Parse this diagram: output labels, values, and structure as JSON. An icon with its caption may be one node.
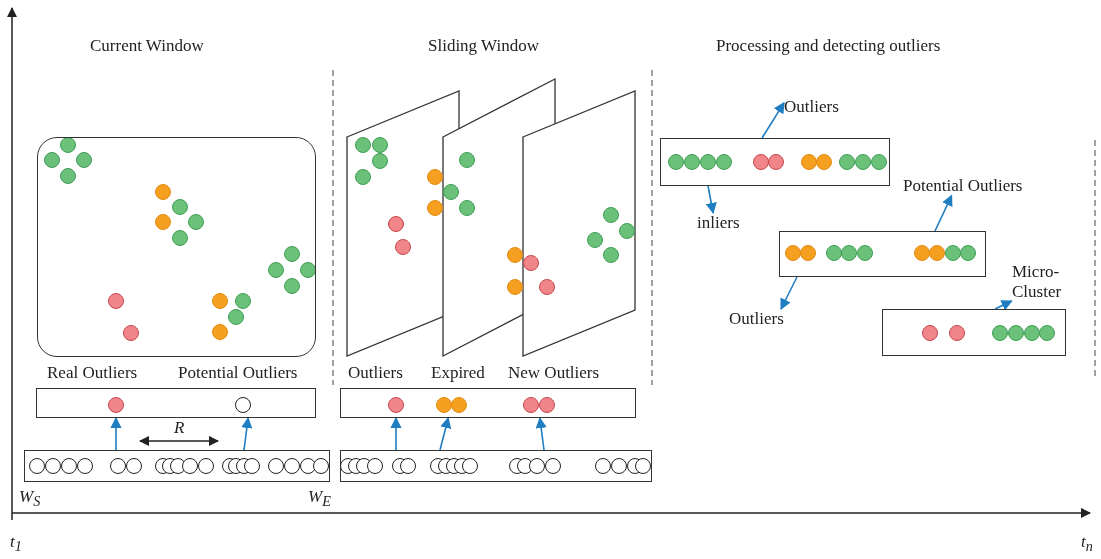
{
  "diagram": {
    "nodes": [
      {
        "text": [],
        "shape": "box"
      },
      {
        "text": [],
        "shape": "box"
      },
      {
        "text": [],
        "shape": "box"
      },
      {
        "text": [],
        "shape": "box"
      },
      {
        "text": [],
        "shape": "box"
      },
      {
        "text": [],
        "shape": "box"
      },
      {
        "text": [],
        "shape": "box"
      },
      {
        "text": [],
        "shape": "box"
      },
      {
        "text": [
          "Outliers"
        ]
      },
      {
        "text": [
          "inliers"
        ]
      },
      {
        "text": [
          "Potential Outliers"
        ]
      },
      {
        "text": [
          "Outliers"
        ]
      },
      {
        "text": [
          "Micro- Cluster"
        ]
      }
    ],
    "edges": [
      {
        "from": 2,
        "to": 1,
        "arrow": "to"
      },
      {
        "from": 2,
        "to": 1,
        "arrow": "to"
      },
      {
        "from": 4,
        "to": 3,
        "arrow": "to"
      },
      {
        "from": 4,
        "to": 3,
        "arrow": "to"
      },
      {
        "from": 4,
        "to": 3,
        "arrow": "to"
      },
      {
        "from": 5,
        "to": 8,
        "arrow": "to"
      },
      {
        "from": 5,
        "to": 9,
        "arrow": "to"
      },
      {
        "from": 6,
        "to": 10,
        "arrow": "to"
      },
      {
        "from": 6,
        "to": 11,
        "arrow": "to"
      },
      {
        "from": 7,
        "to": 12,
        "arrow": "to"
      }
    ],
    "labels": [
      "Current Window",
      "Sliding Window",
      "Processing and detecting outliers",
      "Real Outliers",
      "Potential Outliers",
      "Outliers",
      "Expired",
      "New Outliers",
      "R",
      "W$_{S}$",
      "W$_{E}$",
      "t$_{1}$",
      "t$_{n}$"
    ]
  }
}
